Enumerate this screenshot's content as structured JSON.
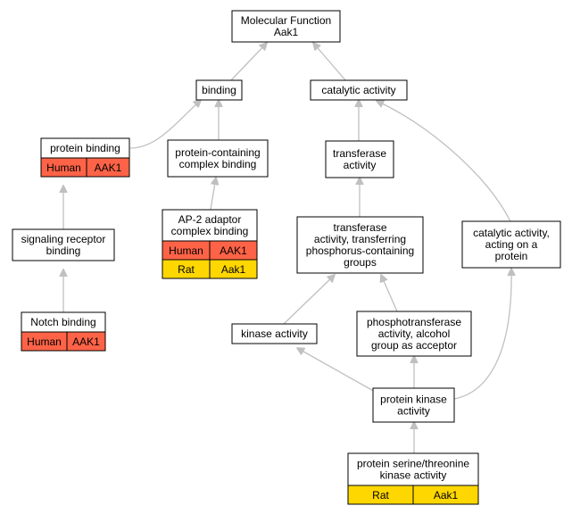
{
  "colors": {
    "human": "#ff6347",
    "rat": "#ffd700",
    "edge": "#c0c0c0"
  },
  "nodes": {
    "mf": {
      "lines": [
        "Molecular Function",
        "Aak1"
      ]
    },
    "binding": {
      "lines": [
        "binding"
      ]
    },
    "catalytic": {
      "lines": [
        "catalytic activity"
      ]
    },
    "protbind": {
      "lines": [
        "protein binding"
      ],
      "rows": [
        [
          "Human",
          "AAK1"
        ]
      ]
    },
    "pcbind": {
      "lines": [
        "protein-containing",
        "complex binding"
      ]
    },
    "transf": {
      "lines": [
        "transferase",
        "activity"
      ]
    },
    "ap2": {
      "lines": [
        "AP-2 adaptor",
        "complex binding"
      ],
      "rows": [
        [
          "Human",
          "AAK1"
        ],
        [
          "Rat",
          "Aak1"
        ]
      ]
    },
    "sigrec": {
      "lines": [
        "signaling receptor",
        "binding"
      ]
    },
    "transphos": {
      "lines": [
        "transferase",
        "activity, transferring",
        "phosphorus-containing",
        "groups"
      ]
    },
    "catprot": {
      "lines": [
        "catalytic activity,",
        "acting on a",
        "protein"
      ]
    },
    "notch": {
      "lines": [
        "Notch binding"
      ],
      "rows": [
        [
          "Human",
          "AAK1"
        ]
      ]
    },
    "kinase": {
      "lines": [
        "kinase activity"
      ]
    },
    "phosalc": {
      "lines": [
        "phosphotransferase",
        "activity, alcohol",
        "group as acceptor"
      ]
    },
    "protkin": {
      "lines": [
        "protein kinase",
        "activity"
      ]
    },
    "serthr": {
      "lines": [
        "protein serine/threonine",
        "kinase activity"
      ],
      "rows": [
        [
          "Rat",
          "Aak1"
        ]
      ]
    }
  }
}
